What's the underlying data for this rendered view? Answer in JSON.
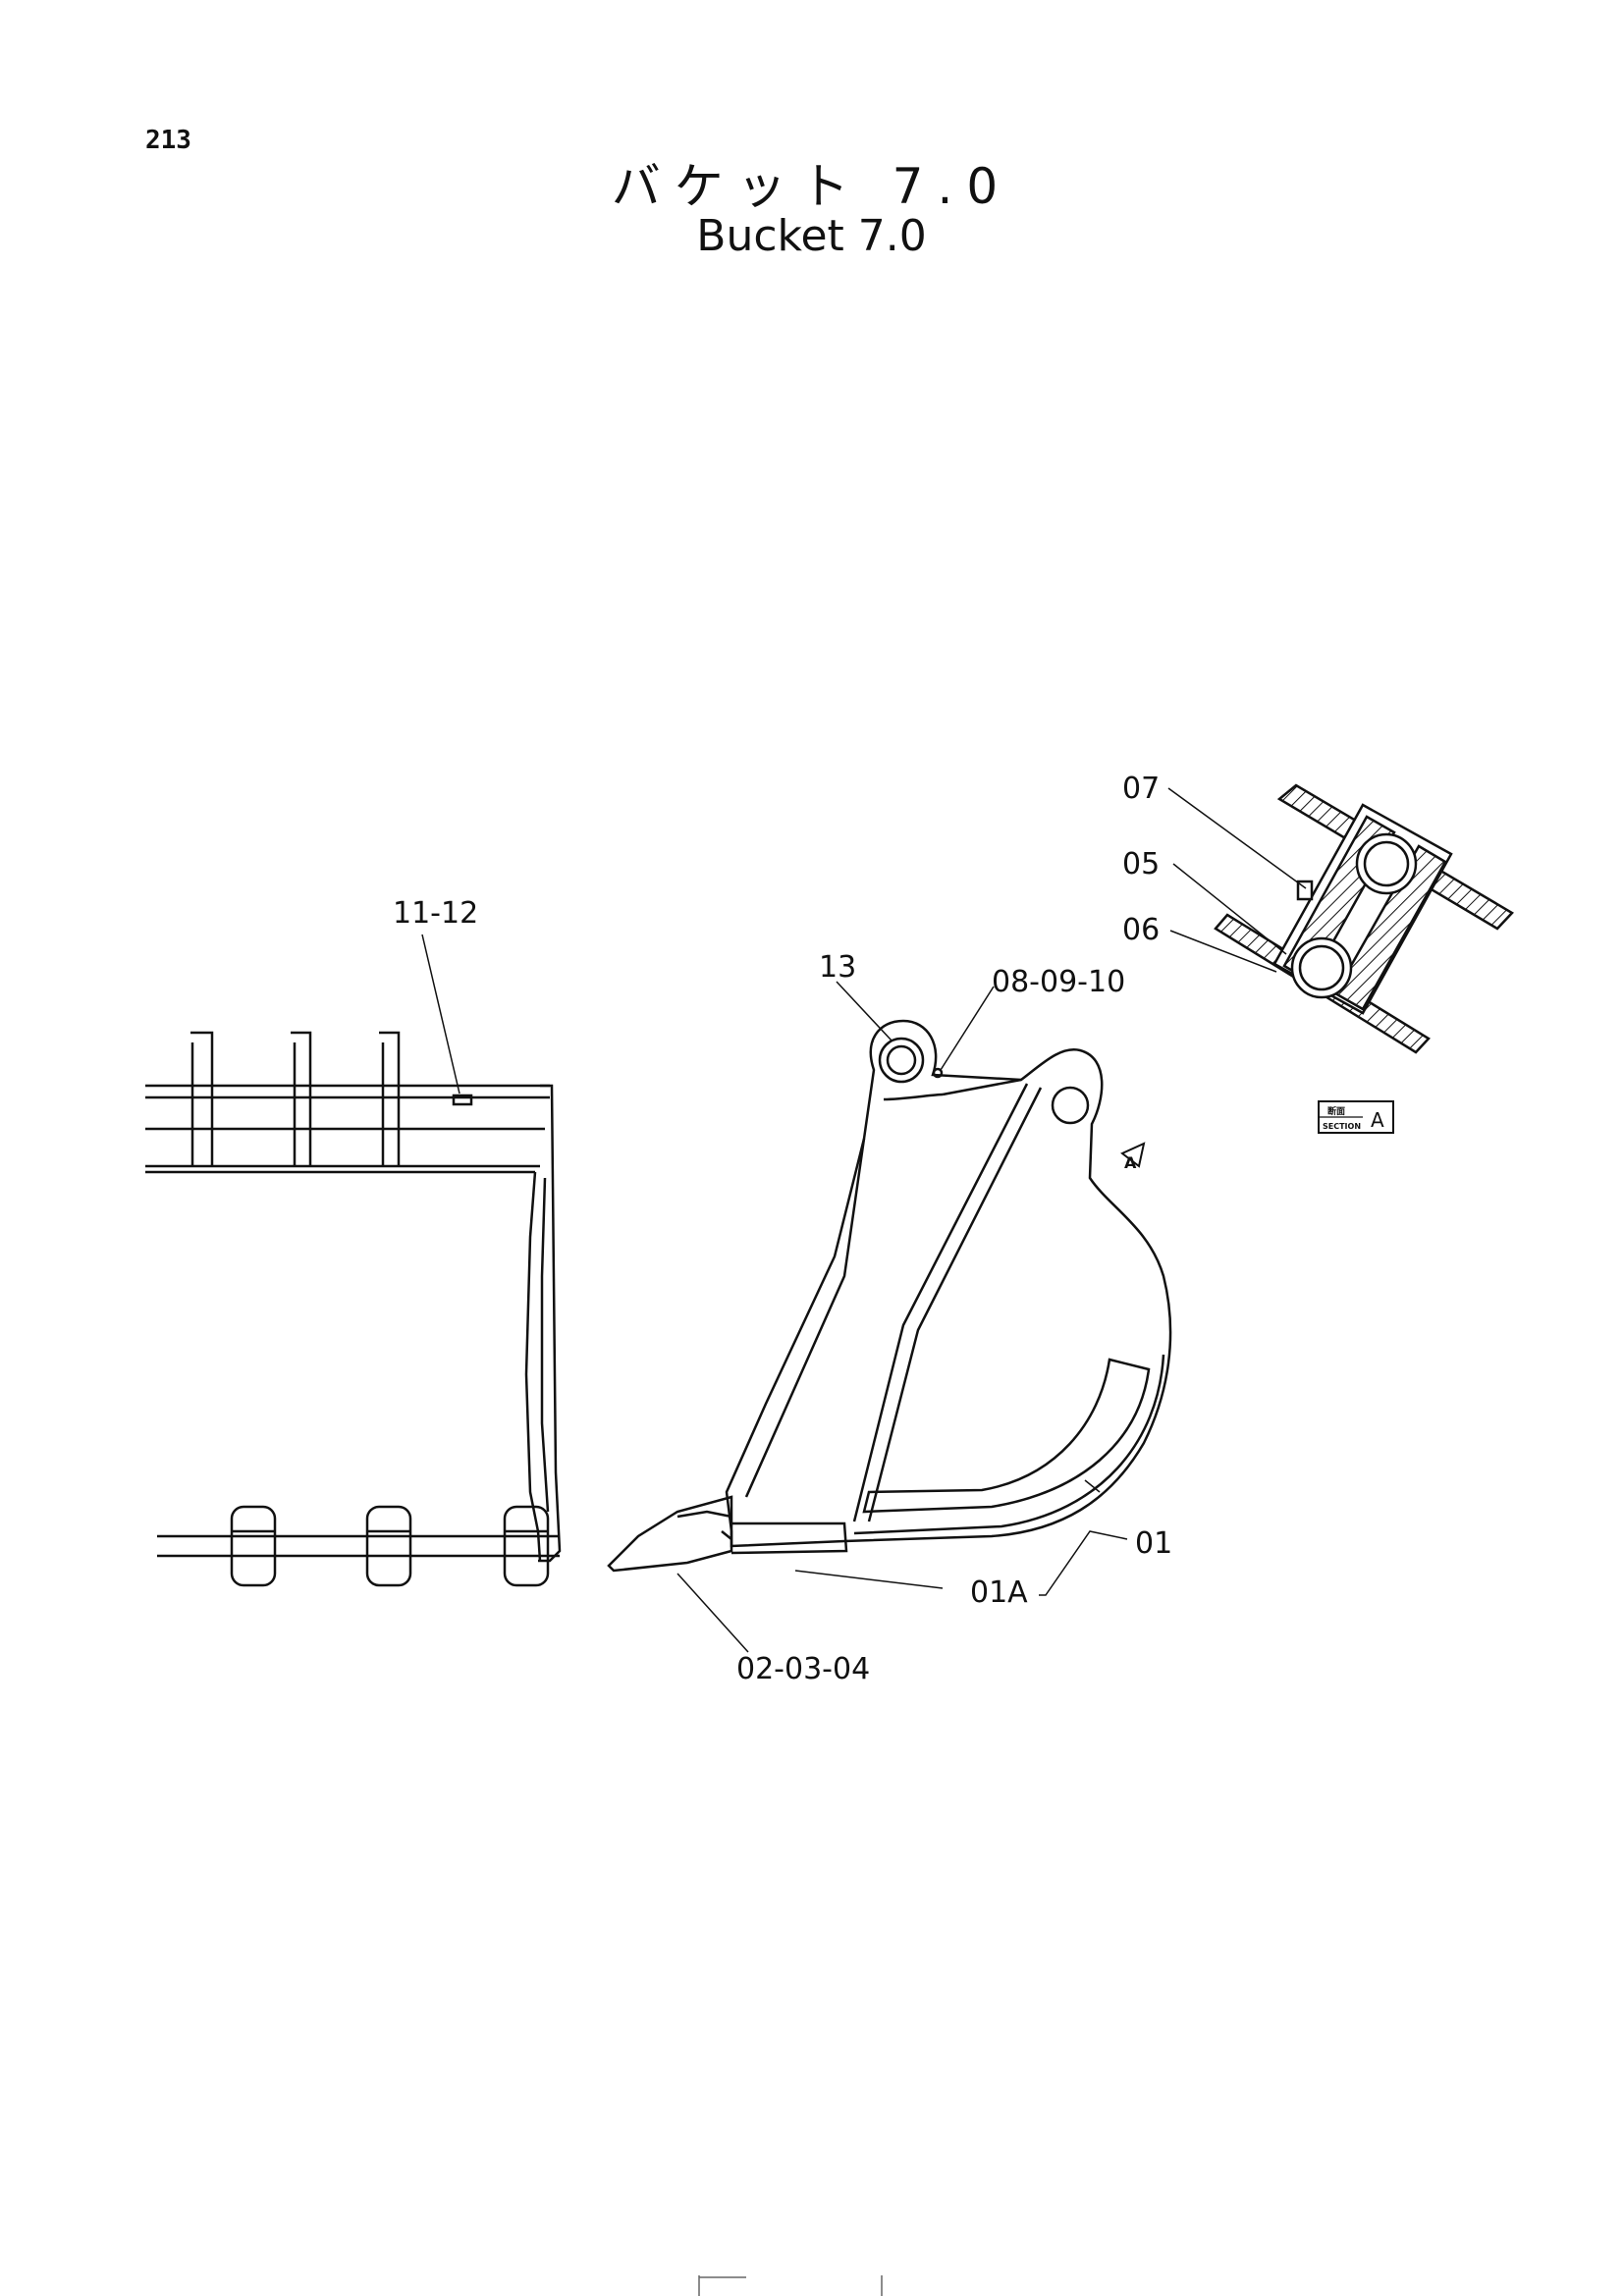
{
  "page_number": "213",
  "title_jp": "バケット 7.0",
  "title_en": "Bucket 7.0",
  "callouts": {
    "c01": "01",
    "c01a": "01A",
    "c020304": "02-03-04",
    "c05": "05",
    "c06": "06",
    "c07": "07",
    "c080910": "08-09-10",
    "c1112": "11-12",
    "c13": "13"
  },
  "section_tag": {
    "kanji": "断面",
    "word": "SECTION",
    "letter": "A"
  },
  "view_marker": "A"
}
